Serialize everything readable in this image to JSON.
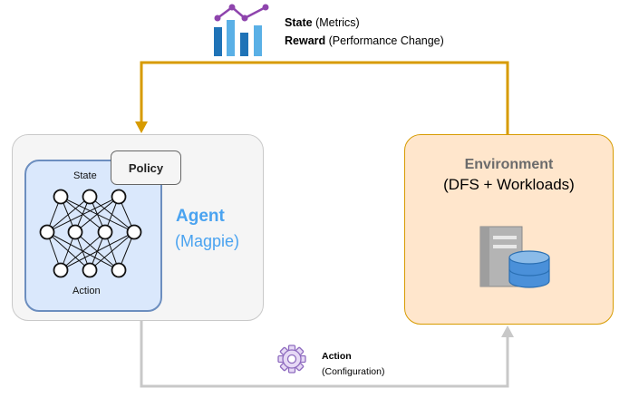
{
  "feedback": {
    "state_label": "State",
    "state_detail": "(Metrics)",
    "reward_label": "Reward",
    "reward_detail": "(Performance Change)"
  },
  "agent": {
    "policy_label": "Policy",
    "nn_state_label": "State",
    "nn_action_label": "Action",
    "title": "Agent",
    "subtitle": "(Magpie)"
  },
  "environment": {
    "title": "Environment",
    "subtitle": "(DFS + Workloads)"
  },
  "action": {
    "label": "Action",
    "detail": "(Configuration)"
  },
  "colors": {
    "feedback_arrow": "#d79b00",
    "action_arrow": "#c8c8c8",
    "agent_text": "#4aa3f0",
    "nn_fill": "#dae8fc",
    "env_fill": "#ffe6cc"
  }
}
